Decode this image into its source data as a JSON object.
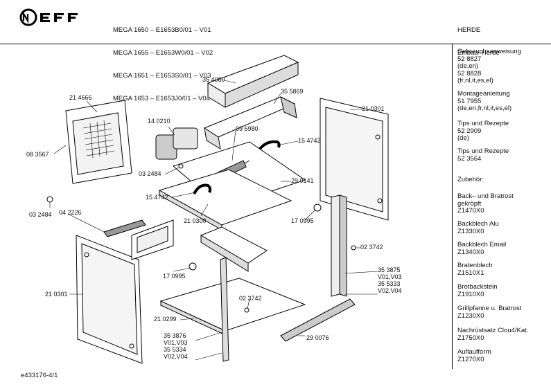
{
  "header": {
    "models": [
      "MEGA 1650 – E1653B0/01 – V01",
      "MEGA 1655 – E1653W0/01 – V02",
      "MEGA 1651 – E1653S0/01 – V03",
      "MEGA 1653 – E1653J0/01 – V04"
    ],
    "category": [
      "HERDE",
      "Einbau–Herde"
    ],
    "brand": "NEFF"
  },
  "sidebar": {
    "blocks": [
      "Gebrauchsanweisung\n52 8827\n(de,en)\n52 8828\n(fr,nl,it,es,el)",
      "Montageanleitung\n51 7955\n(de,en,fr,nl,it,es,el)",
      "Tips und Rezepte\n52 2909\n(de)",
      "Tips und Rezepte\n52 3564",
      "Zubehör:",
      "Back– und Bratrost\ngekröpft\nZ1470X0",
      "Backblech Alu\nZ1330X0",
      "Backblech Email\nZ1340X0",
      "Bratenblech\nZ1510X1",
      "Brotbackstein\nZ1910X0",
      "Grillpfanne u. Bratrost\nZ1230X0",
      "Nachrüstsatz Clou4/Kat.\nZ1750X0",
      "Auflaufform\nZ1270X0"
    ]
  },
  "parts": [
    "35 4080",
    "21 4666",
    "35 5869",
    "21 0301",
    "14 0210",
    "09 6980",
    "15 4742",
    "08 3567",
    "03 2484",
    "15 4742",
    "29 0141",
    "03 2484",
    "04 2226",
    "21 0300",
    "17 0995",
    "02 3742",
    "17 0995",
    "21 0301",
    "35 3875\nV01,V03\n35 5333\nV02,V04",
    "02 3742",
    "21 0299",
    "35 3876\nV01,V03\n35 5334\nV02,V04",
    "29 0076"
  ],
  "footer": {
    "doc_id": "e433176-4/1"
  }
}
